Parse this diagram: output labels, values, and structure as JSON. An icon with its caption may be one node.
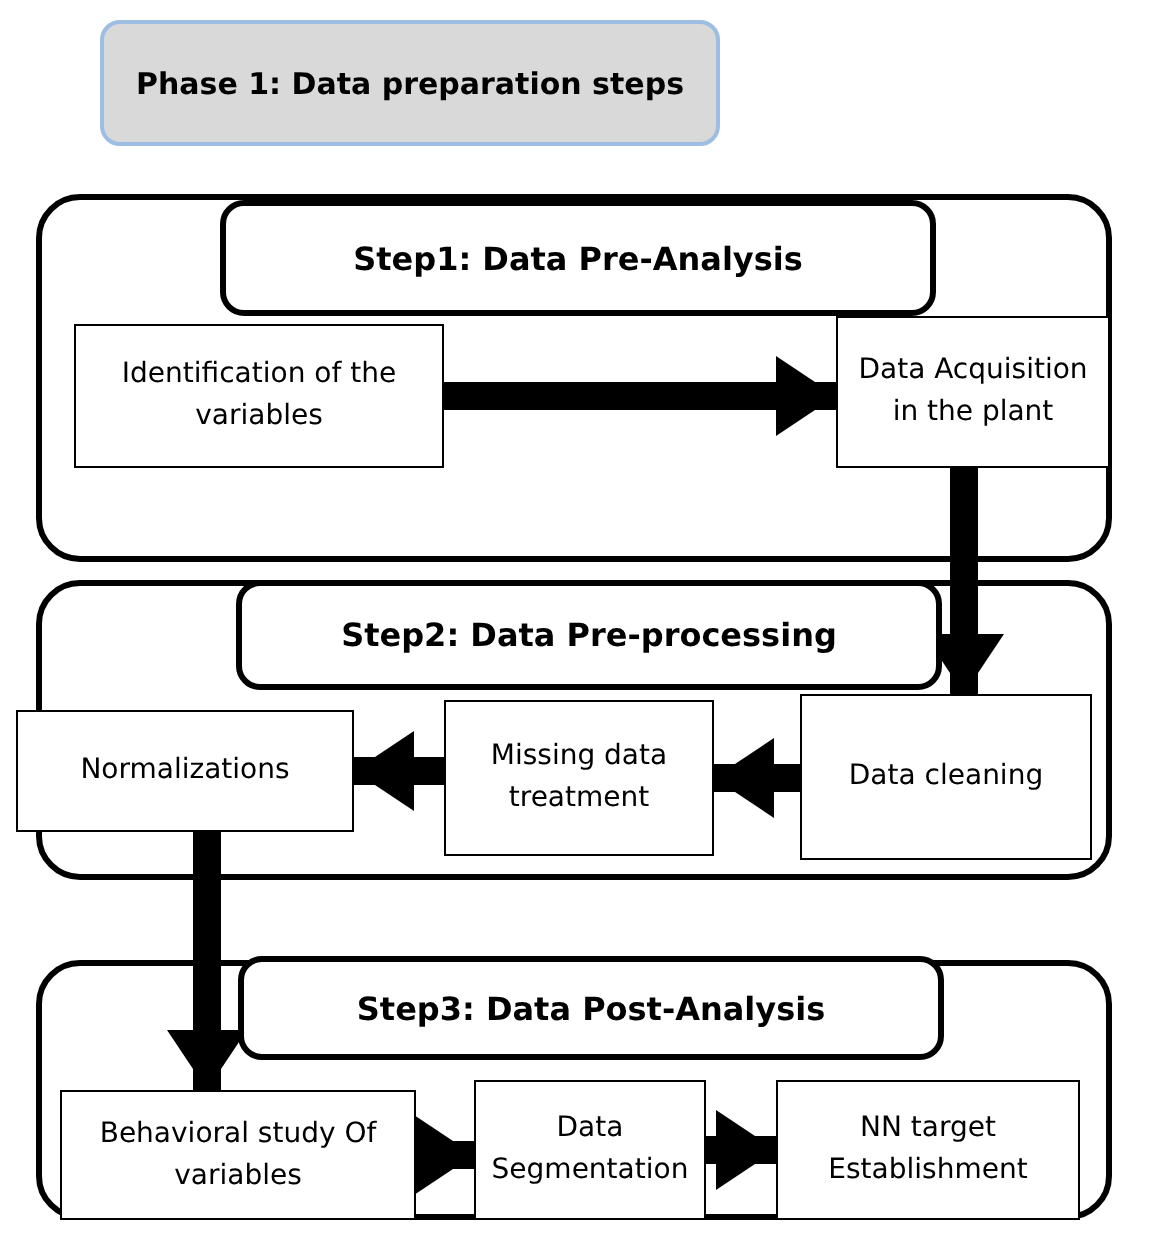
{
  "diagram": {
    "nodes": [
      {
        "text": [
          "Phase 1: Data preparation steps"
        ]
      },
      {
        "text": [],
        "shape": "box"
      },
      {
        "text": [
          "Step1: Data Pre-Analysis"
        ],
        "in": 1
      },
      {
        "text": [
          "Identification of the variables"
        ],
        "in": 1
      },
      {
        "text": [
          "Data Acquisition in the plant"
        ],
        "in": 1
      },
      {
        "text": [],
        "shape": "box"
      },
      {
        "text": [
          "Step2: Data Pre-processing"
        ],
        "in": 5
      },
      {
        "text": [
          "Normalizations"
        ],
        "in": 5
      },
      {
        "text": [
          "Missing data treatment"
        ],
        "in": 5
      },
      {
        "text": [
          "Data cleaning"
        ],
        "in": 5
      },
      {
        "text": [],
        "shape": "box"
      },
      {
        "text": [
          "Step3: Data Post-Analysis"
        ],
        "in": 10
      },
      {
        "text": [
          "Behavioral study Of variables"
        ],
        "in": 10
      },
      {
        "text": [
          "Data Segmentation"
        ],
        "in": 10
      },
      {
        "text": [
          "NN target Establishment"
        ],
        "in": 10
      }
    ],
    "edges": [
      {
        "from": 3,
        "to": 4,
        "arrow": "to"
      },
      {
        "from": 4,
        "to": 9,
        "arrow": "to"
      },
      {
        "from": 9,
        "to": 8,
        "arrow": "to"
      },
      {
        "from": 8,
        "to": 7,
        "arrow": "to"
      },
      {
        "from": 7,
        "to": 12,
        "arrow": "to"
      },
      {
        "from": 12,
        "to": 13,
        "arrow": "to"
      },
      {
        "from": 13,
        "to": 14,
        "arrow": "to"
      }
    ]
  }
}
